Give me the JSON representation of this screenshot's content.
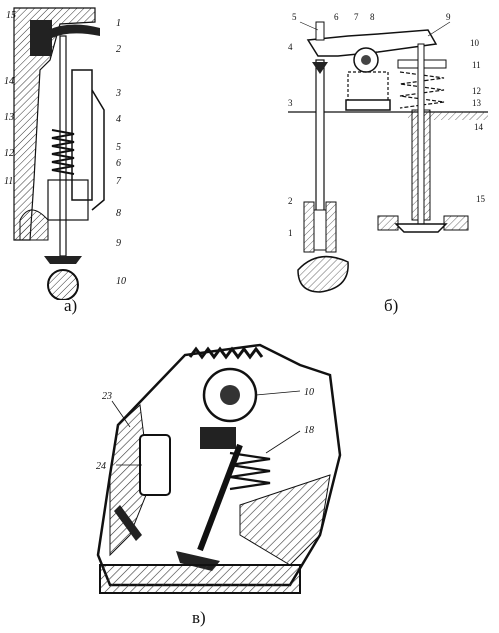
{
  "captions": {
    "a": "а)",
    "b": "б)",
    "c": "в)"
  },
  "fig_a_labels": [
    "15",
    "1",
    "2",
    "14",
    "3",
    "13",
    "4",
    "12",
    "5",
    "6",
    "11",
    "7",
    "8",
    "9",
    "10"
  ],
  "fig_b_labels": [
    "5",
    "6",
    "7",
    "8",
    "9",
    "4",
    "10",
    "11",
    "12",
    "3",
    "13",
    "14",
    "2",
    "15",
    "1"
  ],
  "fig_c_labels": [
    "23",
    "10",
    "18",
    "24"
  ]
}
